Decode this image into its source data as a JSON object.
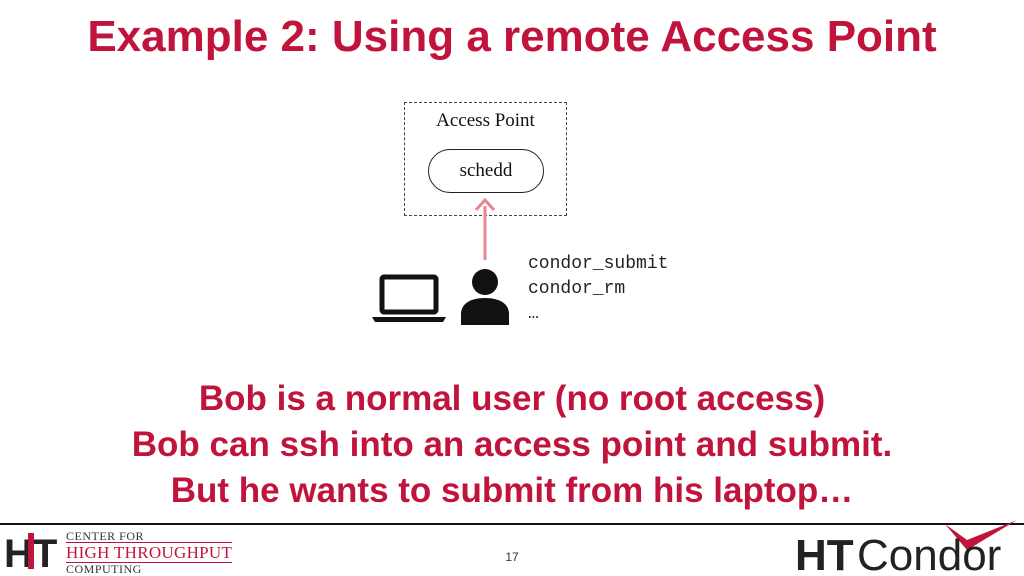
{
  "slide": {
    "title": "Example 2: Using a remote Access Point",
    "diagram": {
      "access_point_label": "Access Point",
      "schedd_label": "schedd",
      "commands": [
        "condor_submit",
        "condor_rm",
        "…"
      ],
      "arrow_color": "#e8868c"
    },
    "body_lines": [
      "Bob is a normal user (no root access)",
      "Bob can ssh into an access point and submit.",
      "But he wants to submit from his laptop…"
    ],
    "page_number": "17"
  },
  "footer": {
    "chtc_logo": {
      "mark": "HT",
      "line1": "CENTER FOR",
      "line2": "HIGH THROUGHPUT",
      "line3": "COMPUTING"
    },
    "htcondor_logo": {
      "part1": "HT",
      "part2": "Condor"
    }
  },
  "colors": {
    "accent": "#c0143c"
  }
}
